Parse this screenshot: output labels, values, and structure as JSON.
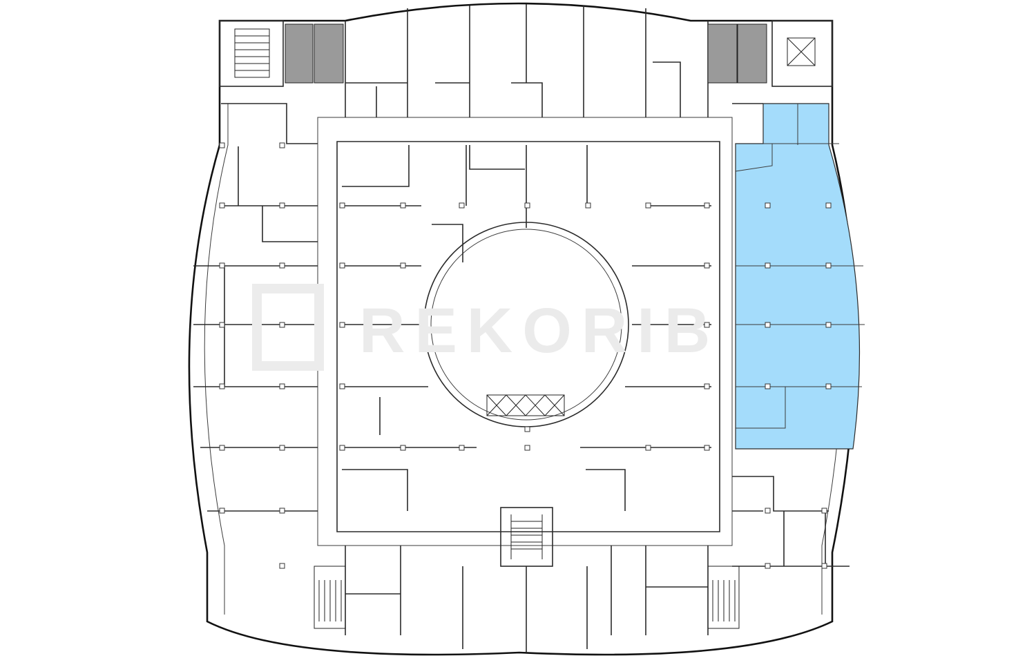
{
  "watermark": {
    "text": "REKORIB"
  },
  "colors": {
    "highlight_fill": "#a4dcfb",
    "wall": "#2a2a2a",
    "restroom_fill": "#9a9a9a",
    "background": "#ffffff"
  },
  "highlighted_unit": {
    "state": "selected",
    "location": "east-wing"
  }
}
